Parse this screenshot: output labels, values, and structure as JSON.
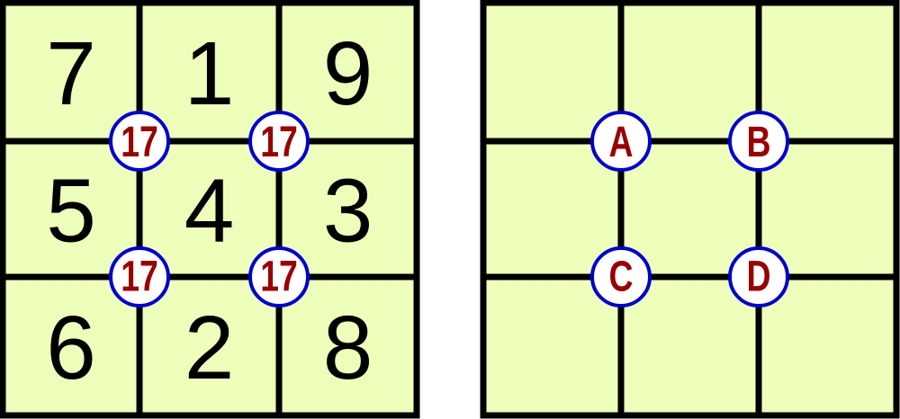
{
  "colors": {
    "cell_fill": "#eeffbb",
    "grid_line": "#000000",
    "circle_stroke": "#0000cc",
    "circle_fill": "#ffffff",
    "label_text": "#990000"
  },
  "left_grid": {
    "cells": [
      "7",
      "1",
      "9",
      "5",
      "4",
      "3",
      "6",
      "2",
      "8"
    ],
    "intersections": [
      "17",
      "17",
      "17",
      "17"
    ]
  },
  "right_grid": {
    "cells": [
      "",
      "",
      "",
      "",
      "",
      "",
      "",
      "",
      ""
    ],
    "intersections": [
      "A",
      "B",
      "C",
      "D"
    ]
  }
}
